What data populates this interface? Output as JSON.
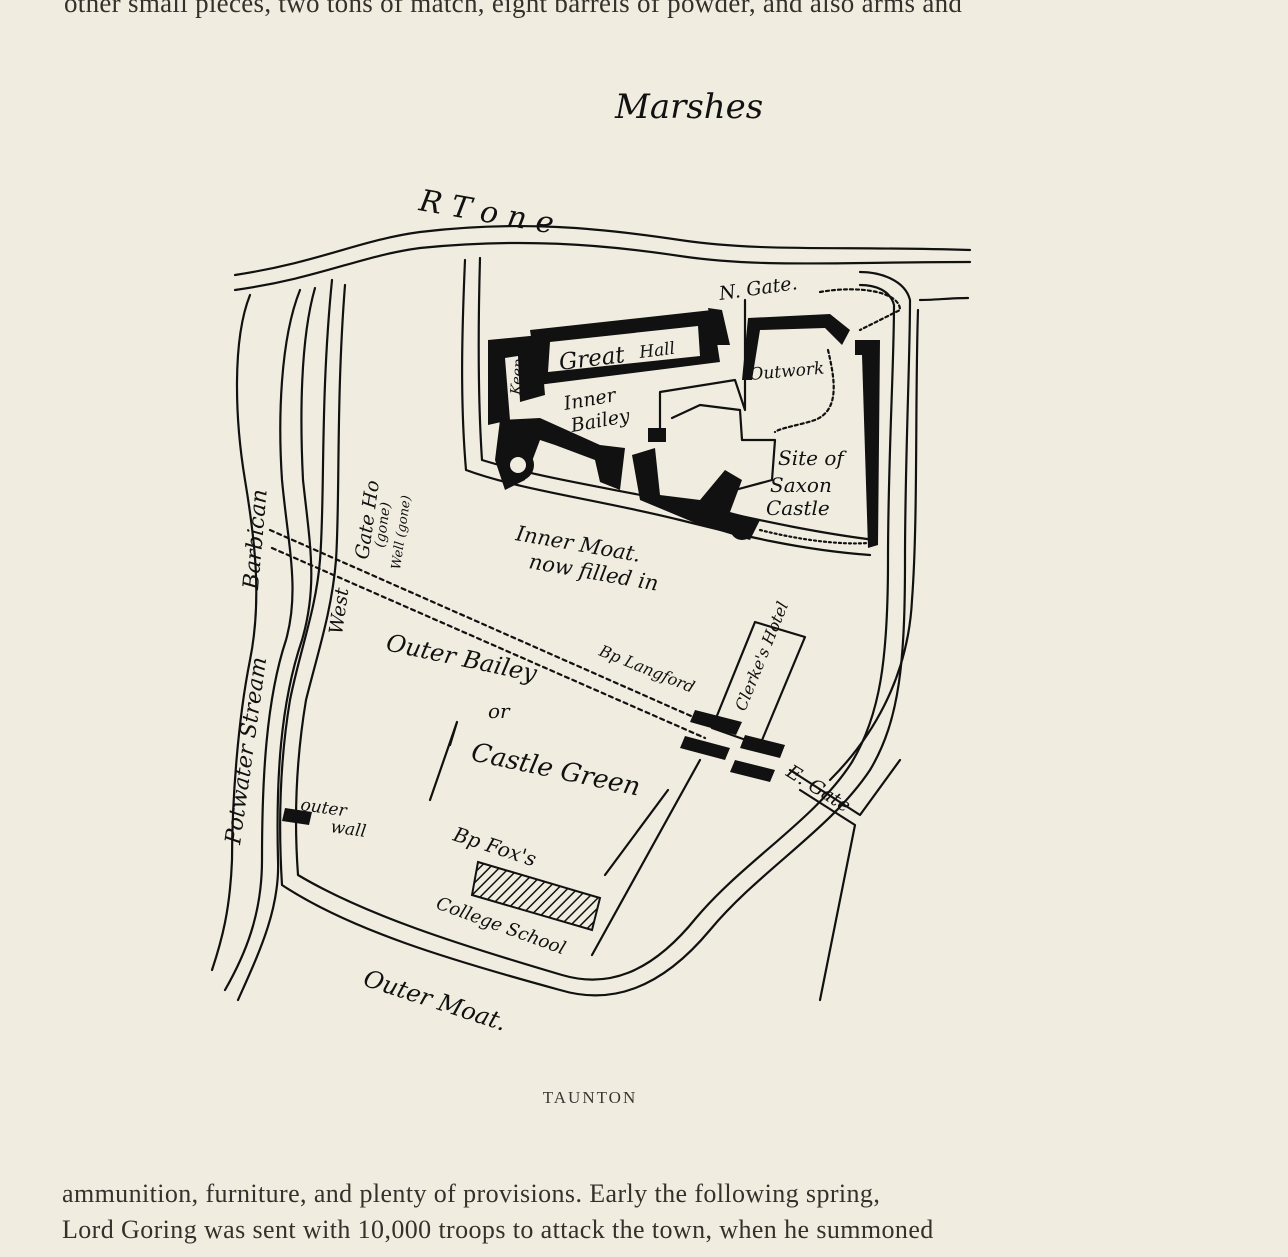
{
  "page": {
    "top_line": "other small pieces, two tons of match, eight barrels of powder, and also arms and",
    "caption": "TAUNTON",
    "bottom_lines": [
      "ammunition, furniture, and plenty of provisions.  Early the following spring,",
      "Lord Goring was sent with 10,000 troops to attack the town, when he summoned"
    ]
  },
  "map": {
    "labels": {
      "marshes": "Marshes",
      "river": "R  T o n e",
      "n_gate": "N. Gate.",
      "great": "Great",
      "hall": "Hall",
      "keep": "Keep",
      "inner_bailey_1": "Inner",
      "inner_bailey_2": "Bailey",
      "outwork": "Outwork",
      "saxon_1": "Site of",
      "saxon_2": "Saxon",
      "saxon_3": "Castle",
      "inner_moat_1": "Inner Moat.",
      "inner_moat_2": "now filled in",
      "west_gate": "West",
      "gate_ho": "Gate Ho",
      "gone_1": "(gone)",
      "well": "Well (gone)",
      "barbican": "Barbican",
      "potwater": "Potwater Stream",
      "outer_bailey": "Outer Bailey",
      "or": "or",
      "castle_green": "Castle Green",
      "bp_langford": "Bp Langford",
      "clerkes_hotel": "Clerke's Hotel",
      "e_gate": "E. Gate",
      "outer_wall_1": "outer",
      "outer_wall_2": "wall",
      "bp_fox": "Bp Fox's",
      "college_school": "College School",
      "outer_moat": "Outer Moat."
    }
  }
}
